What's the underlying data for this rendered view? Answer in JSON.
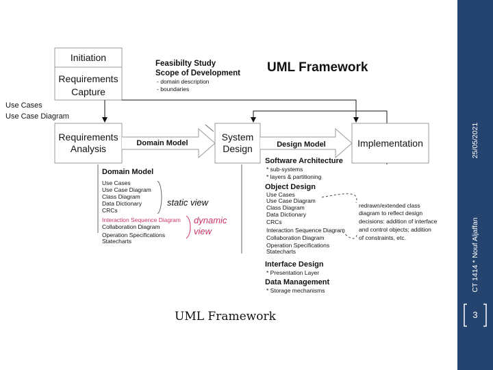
{
  "diagram": {
    "title": "UML Framework",
    "boxes": {
      "initiation": "Initiation",
      "req_capture_line1": "Requirements",
      "req_capture_line2": "Capture",
      "req_analysis_line1": "Requirements",
      "req_analysis_line2": "Analysis",
      "system_design_line1": "System",
      "system_design_line2": "Design",
      "implementation": "Implementation"
    },
    "feasibility": {
      "line1": "Feasibilty Study",
      "line2": "Scope of Development",
      "items": [
        "- domain description",
        "- boundaries"
      ]
    },
    "use_cases": [
      "Use Cases",
      "Use Case Diagram"
    ],
    "arrow_labels": {
      "domain_model": "Domain Model",
      "design_model": "Design Model"
    },
    "domain_model": {
      "heading": "Domain Model",
      "items": [
        "Use Cases",
        "Use Case Diagram",
        "Class Diagram",
        "Data Dictionary",
        "CRCs",
        "Interaction Sequence Diagram",
        "Collaboration Diagram",
        "Operation Specifications",
        "Statecharts"
      ],
      "static_view": "static view",
      "dynamic_view_line1": "dynamic",
      "dynamic_view_line2": "view"
    },
    "software_architecture": {
      "heading": "Software Architecture",
      "items": [
        "* sub-systems",
        "* layers & partitioning"
      ]
    },
    "object_design": {
      "heading": "Object Design",
      "items": [
        "Use Cases",
        "Use Case Diagram",
        "Class Diagram",
        "Data Dictionary",
        "CRCs",
        "Interaction Sequence Diagram",
        "Collaboration Diagram",
        "Operation Specifications",
        "Statecharts"
      ]
    },
    "redrawn_note": [
      "redrawn/extended class",
      "diagram to reflect design",
      "decisions: addition of interface",
      " and control objects; addition",
      "of constraints, etc."
    ],
    "interface_design": {
      "heading": "Interface Design",
      "items": [
        "* Presentation Layer"
      ]
    },
    "data_management": {
      "heading": "Data Management",
      "items": [
        "* Storage mechanisms"
      ]
    },
    "colors": {
      "dynamic": "#cc3366",
      "sidebar": "#24436f",
      "box_border": "#999999"
    }
  },
  "slide": {
    "caption": "UML Framework",
    "page_number": "3",
    "course": "CT 1414 * Nouf Aljaffan",
    "date": "25/05/2021"
  }
}
